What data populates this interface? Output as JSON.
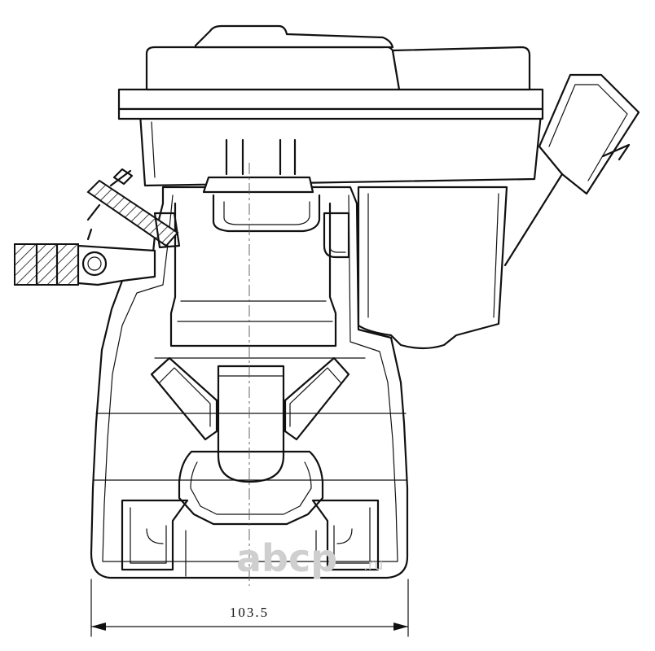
{
  "drawing": {
    "dimension": {
      "value": "103.5"
    },
    "watermark": {
      "main": "abcp",
      "suffix": ".ru"
    },
    "colors": {
      "line": "#111111",
      "watermark": "#cfcfcf",
      "background": "#ffffff"
    }
  }
}
